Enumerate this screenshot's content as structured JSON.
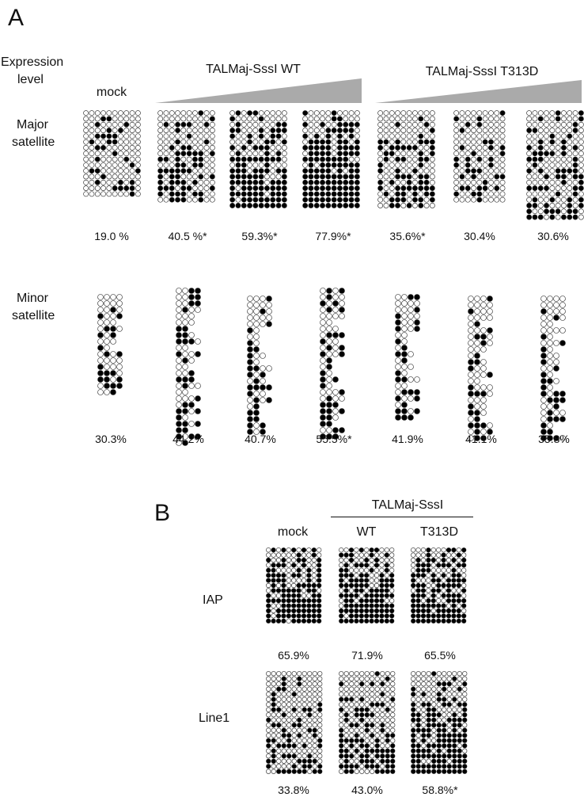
{
  "panel_a": {
    "letter": "A",
    "expression_label_line1": "Expression",
    "expression_label_line2": "level",
    "mock_label": "mock",
    "wt_label": "TALMaj-SssI WT",
    "t313d_label": "TALMaj-SssI T313D",
    "ramp_color": "#aaaaaa",
    "major_label_line1": "Major",
    "major_label_line2": "satellite",
    "minor_label_line1": "Minor",
    "minor_label_line2": "satellite",
    "major_percentages": [
      "19.0 %",
      "40.5 %*",
      "59.3%*",
      "77.9%*",
      "35.6%*",
      "30.4%",
      "30.6%"
    ],
    "minor_percentages": [
      "30.3%",
      "44.2%",
      "40.7%",
      "55.5%*",
      "41.9%",
      "41.1%",
      "35.8%"
    ]
  },
  "panel_b": {
    "letter": "B",
    "group_label": "TALMaj-SssI",
    "mock_label": "mock",
    "wt_label": "WT",
    "t313d_label": "T313D",
    "iap_label": "IAP",
    "line1_label": "Line1",
    "iap_percentages": [
      "65.9%",
      "71.9%",
      "65.5%"
    ],
    "line1_percentages": [
      "33.8%",
      "43.0%",
      "58.8%*"
    ]
  },
  "colors": {
    "methylated": "#000000",
    "unmethylated_fill": "#ffffff",
    "circle_stroke": "#222222"
  }
}
